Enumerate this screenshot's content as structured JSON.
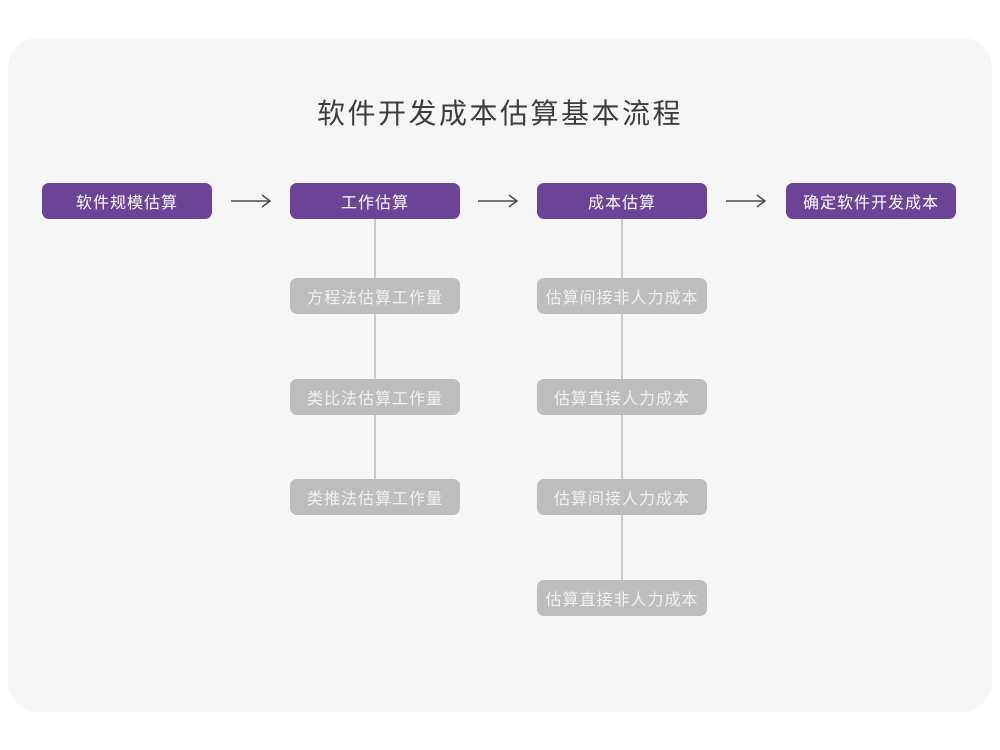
{
  "title": "软件开发成本估算基本流程",
  "colors": {
    "page_background": "#FFFFFF",
    "card_background": "#F6F6F6",
    "stage_fill": "#6B4397",
    "stage_text": "#FFFFFF",
    "method_fill": "#BDBDBD",
    "method_text": "#F1F1F1",
    "arrow_stroke": "#4A4A4A",
    "connector_line": "#C9C9C9",
    "title_text": "#3D3D3D"
  },
  "flow": {
    "stages": [
      {
        "label": "软件规模估算"
      },
      {
        "label": "工作估算"
      },
      {
        "label": "成本估算"
      },
      {
        "label": "确定软件开发成本"
      }
    ],
    "work_methods": [
      {
        "label": "方程法估算工作量"
      },
      {
        "label": "类比法估算工作量"
      },
      {
        "label": "类推法估算工作量"
      }
    ],
    "cost_methods": [
      {
        "label": "估算间接非人力成本"
      },
      {
        "label": "估算直接人力成本"
      },
      {
        "label": "估算间接人力成本"
      },
      {
        "label": "估算直接非人力成本"
      }
    ]
  }
}
